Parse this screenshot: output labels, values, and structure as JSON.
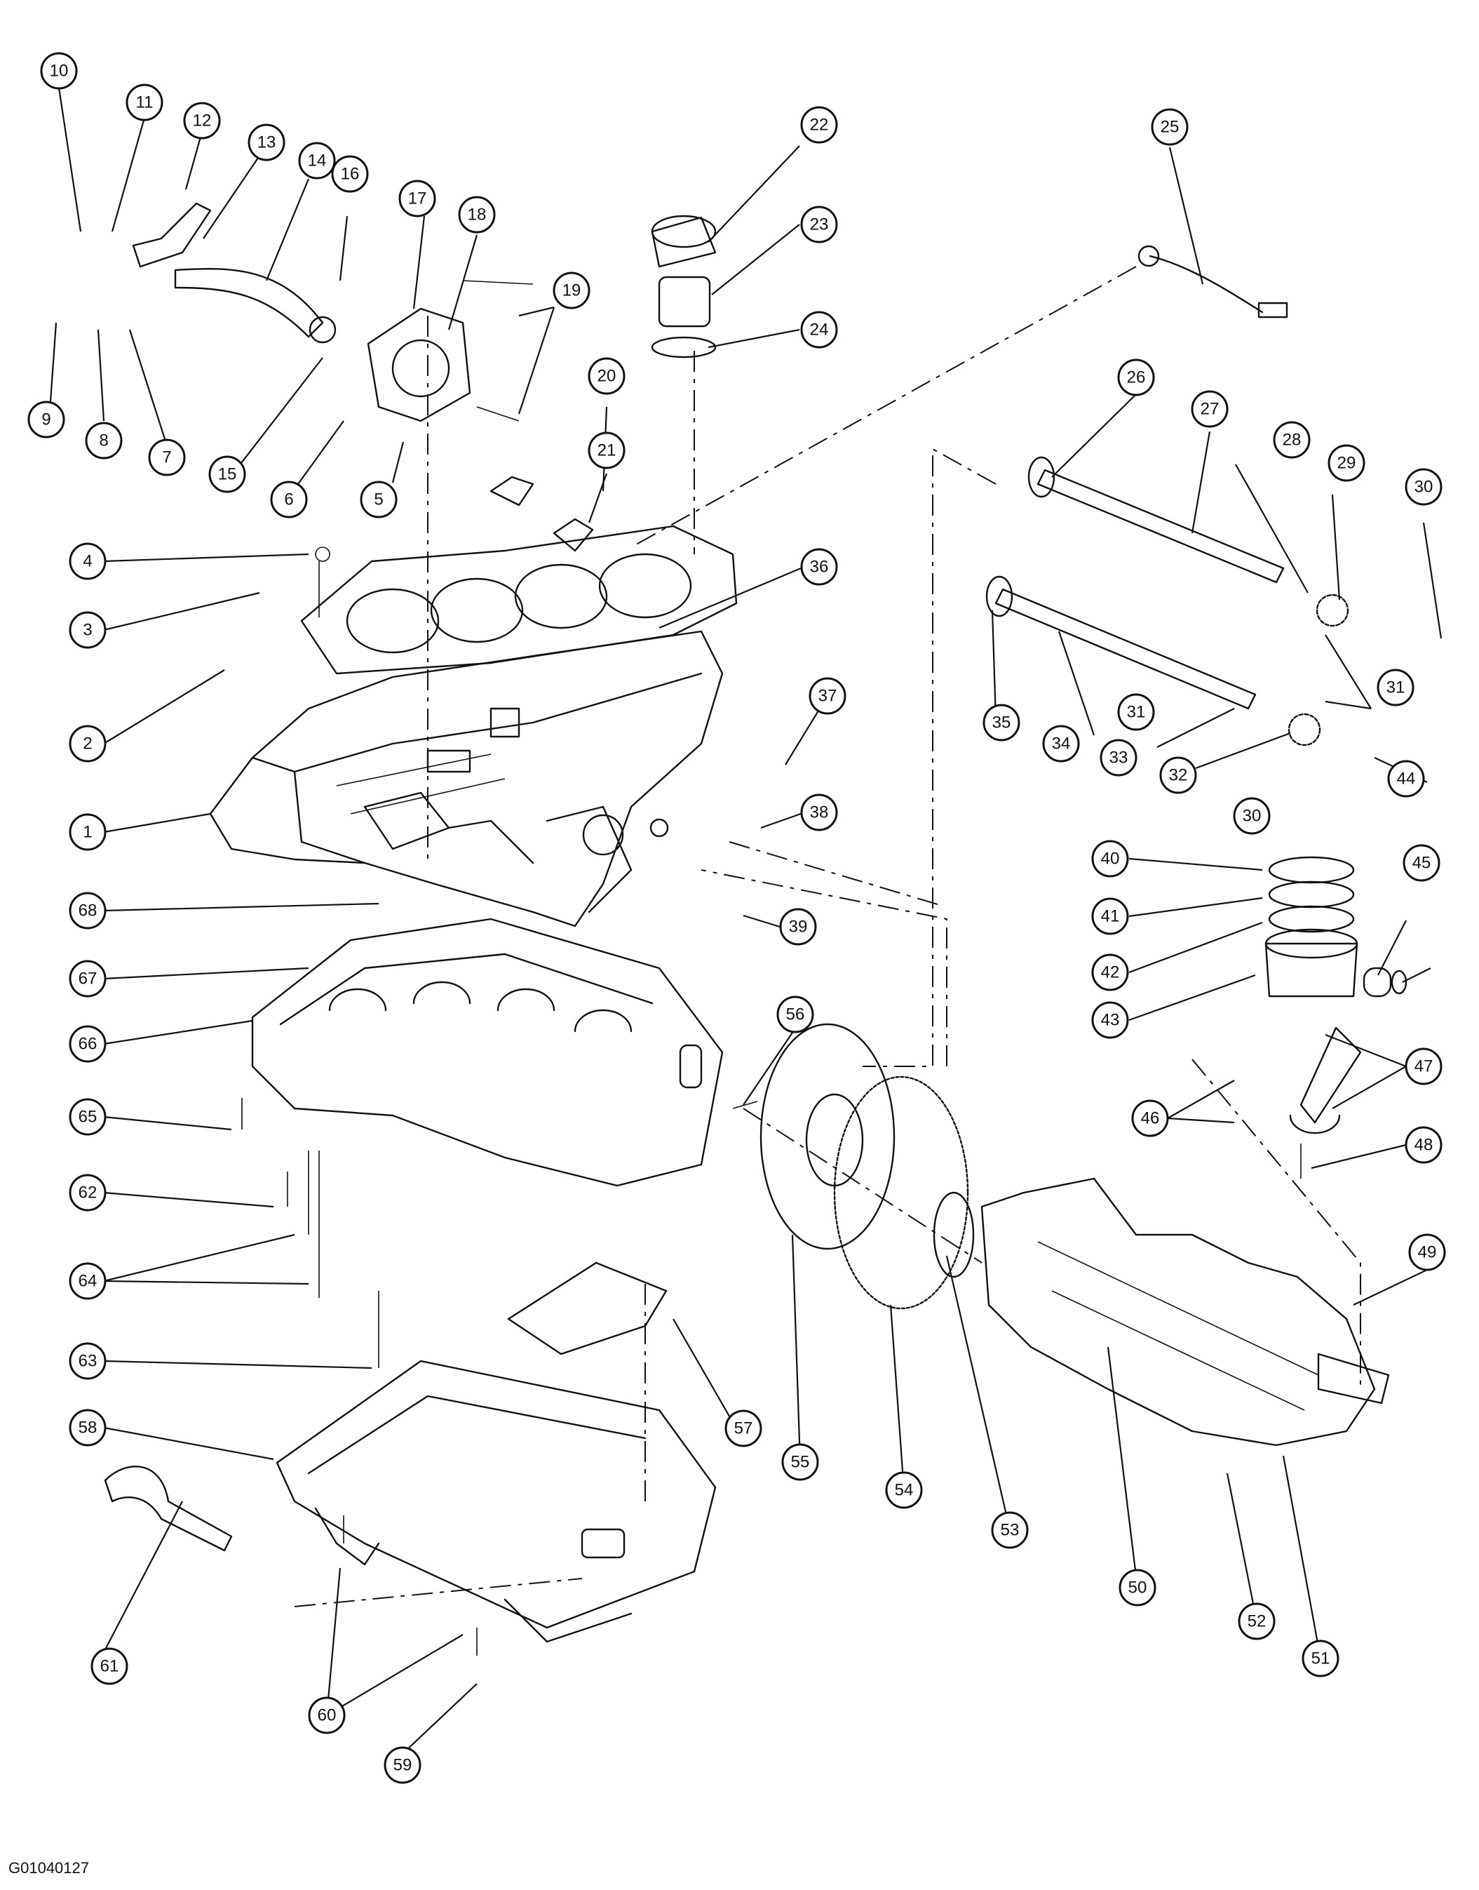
{
  "drawing_id": "G01040127",
  "callouts": [
    "1",
    "2",
    "3",
    "4",
    "5",
    "6",
    "7",
    "8",
    "9",
    "10",
    "11",
    "12",
    "13",
    "14",
    "15",
    "16",
    "17",
    "18",
    "19",
    "20",
    "21",
    "22",
    "23",
    "24",
    "25",
    "26",
    "27",
    "28",
    "29",
    "30",
    "30",
    "31",
    "31",
    "32",
    "33",
    "34",
    "35",
    "36",
    "37",
    "38",
    "39",
    "40",
    "41",
    "42",
    "43",
    "44",
    "45",
    "46",
    "47",
    "48",
    "49",
    "50",
    "51",
    "52",
    "53",
    "54",
    "55",
    "56",
    "57",
    "58",
    "59",
    "60",
    "61",
    "62",
    "63",
    "64",
    "65",
    "66",
    "67",
    "68"
  ],
  "colors": {
    "line": "#111111",
    "background": "#ffffff"
  }
}
